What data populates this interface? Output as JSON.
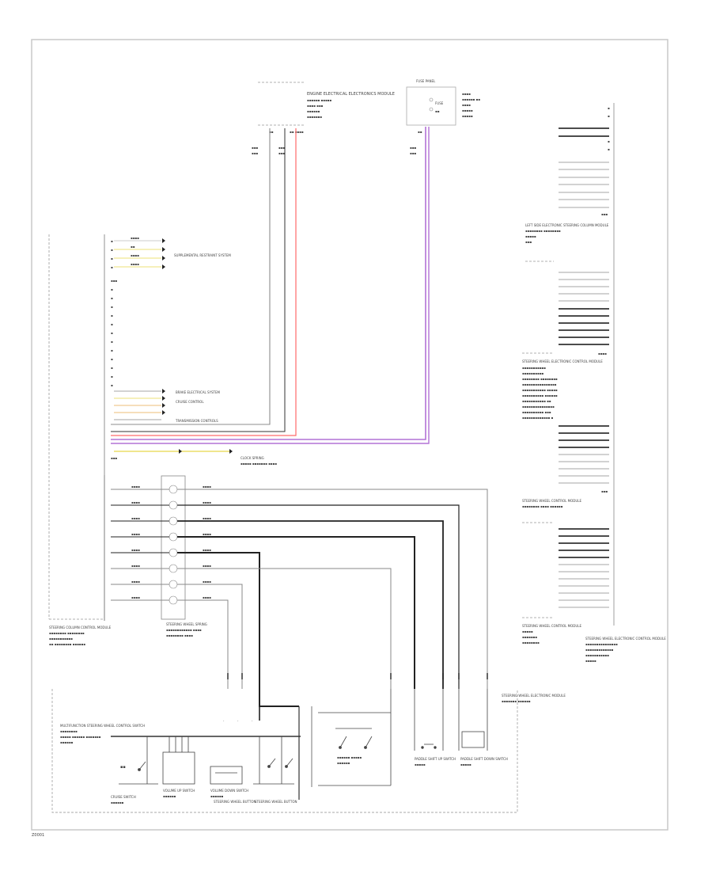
{
  "diagram_id": "Z0001",
  "labels": {
    "top_module": "ENGINE ELECTRICAL ELECTRONICS MODULE",
    "fuse_panel": "FUSE PANEL",
    "fuse": "FUSE",
    "supplemental_restraint": "SUPPLEMENTAL RESTRAINT SYSTEM",
    "brake_system": "BRAKE ELECTRICAL SYSTEM",
    "cruise_control": "CRUISE CONTROL",
    "transmission_controls": "TRANSMISSION CONTROLS",
    "clock_spring": "CLOCK SPRING",
    "clock_spring_sub": "STEERING WHEEL SPRING",
    "left_module_top": "LEFT SIDE ELECTRONIC STEERING COLUMN MODULE",
    "left_module_bottom": "STEERING COLUMN CONTROL MODULE",
    "right_module_mid": "STEERING WHEEL ELECTRONIC CONTROL MODULE",
    "right_module_low": "STEERING WHEEL CONTROL MODULE",
    "right_bottom_a": "STEERING WHEEL CONTROL MODULE",
    "right_bottom_b": "STEERING WHEEL ELECTRONIC CONTROL MODULE",
    "steering_wheel_module": "STEERING WHEEL ELECTRONIC MODULE",
    "multifunction_switch": "MULTIFUNCTION STEERING WHEEL CONTROL SWITCH",
    "cruise_switch": "CRUISE SWITCH",
    "volume_up": "VOLUME UP SWITCH",
    "volume_down": "VOLUME DOWN SWITCH",
    "steering_button_l": "STEERING WHEEL BUTTON",
    "steering_button_r": "STEERING WHEEL BUTTON",
    "paddle_up": "PADDLE SHIFT UP SWITCH",
    "paddle_down": "PADDLE SHIFT DOWN SWITCH"
  },
  "colors": {
    "black": "#1a1a1a",
    "gray": "#8c8c8c",
    "light_gray": "#bdbdbd",
    "red": "#ff6a6a",
    "violet": "#b272d6",
    "yellow": "#e8d84a",
    "frame": "#c8c8c8"
  }
}
